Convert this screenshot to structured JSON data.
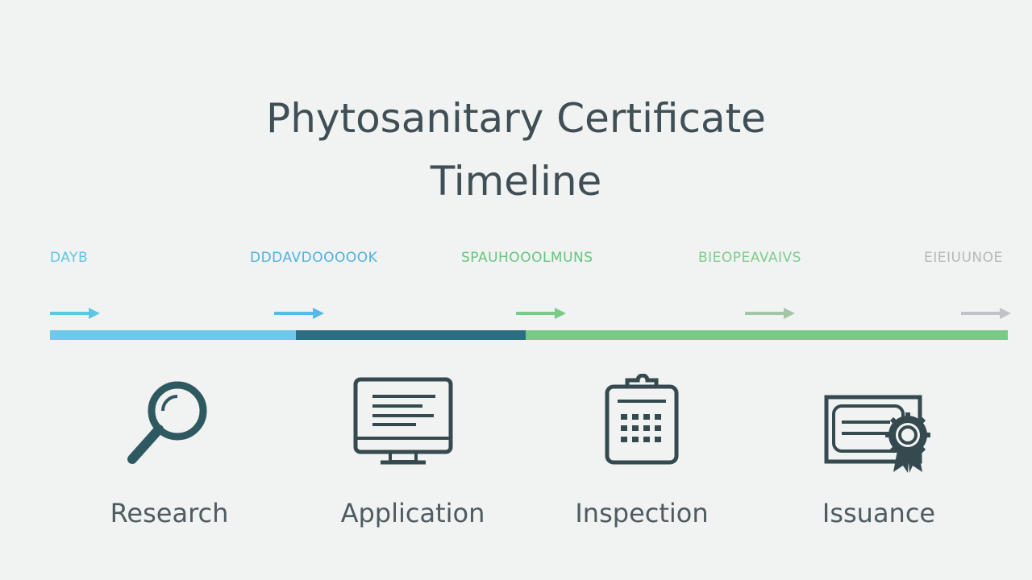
{
  "title_line1": "Phytosanitary Certificate",
  "title_line2": "Timeline",
  "phase_labels": [
    "DAYB",
    "DDDAVDOOOOOK",
    "SPAUHOOOLMUNS",
    "BIEOPEAVAIVS",
    "EIEIUUNOE"
  ],
  "steps": [
    {
      "label": "Research",
      "icon": "magnifier-icon"
    },
    {
      "label": "Application",
      "icon": "monitor-form-icon"
    },
    {
      "label": "Inspection",
      "icon": "calendar-clipboard-icon"
    },
    {
      "label": "Issuance",
      "icon": "certificate-seal-icon"
    }
  ],
  "colors": {
    "phase_1": "#5ec5e6",
    "phase_2": "#2d6d84",
    "phase_3": "#77cb87",
    "phase_4": "#a3c5a8",
    "phase_5": "#bfc3c5",
    "text": "#3f4f55",
    "icon": "#344a4f"
  }
}
